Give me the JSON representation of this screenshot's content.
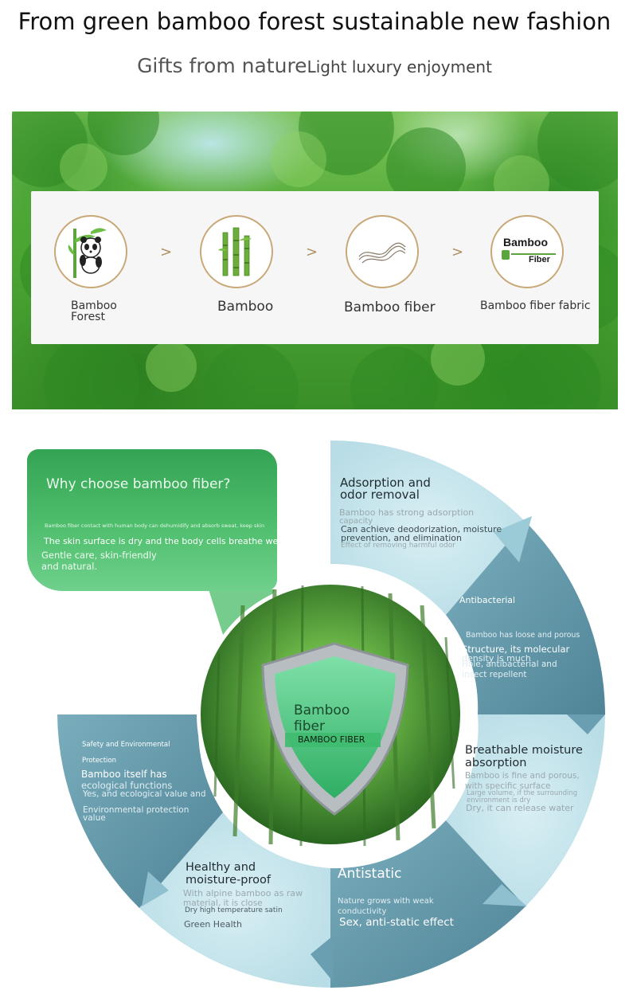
{
  "header": {
    "title": "From green bamboo forest sustainable new fashion",
    "subtitle_a": "Gifts from nature",
    "subtitle_b": "Light luxury enjoyment"
  },
  "steps": [
    {
      "label_lines": [
        "Bamboo",
        "Forest"
      ],
      "icon": "panda-icon"
    },
    {
      "label_lines": [
        "Bamboo"
      ],
      "icon": "bamboo-stalks-icon"
    },
    {
      "label_lines": [
        "Bamboo fiber"
      ],
      "icon": "fiber-wave-icon"
    },
    {
      "label_lines": [
        "Bamboo fiber fabric"
      ],
      "icon": "bamboo-fiber-logo-icon"
    }
  ],
  "step_separator": ">",
  "logo": {
    "top": "Bamboo",
    "bottom": "Fiber"
  },
  "why": {
    "title": "Why choose bamboo fiber?",
    "tiny": "Bamboo fiber contact with human body can dehumidify and absorb sweat, keep skin",
    "line1": "The skin surface is dry and the body cells breathe well.",
    "line2": "Gentle care, skin-friendly and natural."
  },
  "shield": {
    "title_1": "Bamboo",
    "title_2": "fiber",
    "caption": "BAMBOO FIBER"
  },
  "features": {
    "adsorption": {
      "title_1": "Adsorption and",
      "title_2": "odor removal",
      "l1": "Bamboo has strong adsorption",
      "l2": "capacity",
      "l3": "Can achieve deodorization, moisture",
      "l4": "prevention, and elimination",
      "l5": "Effect of removing harmful odor"
    },
    "antibacterial": {
      "title": "Antibacterial",
      "l1": "Bamboo has loose and porous",
      "l2": "Structure, its molecular",
      "l3": "density is much",
      "l4": "Hole, antibacterial and",
      "l5": "insect repellent"
    },
    "breathable": {
      "title_1": "Breathable moisture",
      "title_2": "absorption",
      "l1": "Bamboo is fine and porous,",
      "l2": "with specific surface",
      "l3": "Large volume, if the surrounding",
      "l4": "environment is dry",
      "l5": "Dry, it can release water"
    },
    "antistatic": {
      "title": "Antistatic",
      "l1": "Nature grows with weak",
      "l2": "conductivity",
      "l3": "Sex, anti-static effect"
    },
    "healthy": {
      "title_1": "Healthy and",
      "title_2": "moisture-proof",
      "l1": "With alpine bamboo as raw",
      "l2": "material, it is close",
      "l3": "Dry high temperature satin",
      "l4": "Green Health"
    },
    "safety": {
      "title_1": "Safety and Environmental",
      "title_2": "Protection",
      "l1": "Bamboo itself has",
      "l2": "ecological functions",
      "l3": "Yes, and ecological value and",
      "l4": "Environmental protection",
      "l5": "value"
    }
  },
  "colors": {
    "accent_gold": "#c9a878",
    "green_primary": "#34a454",
    "teal_dark": "#5e93a6",
    "teal_light": "#c8e6ee"
  }
}
